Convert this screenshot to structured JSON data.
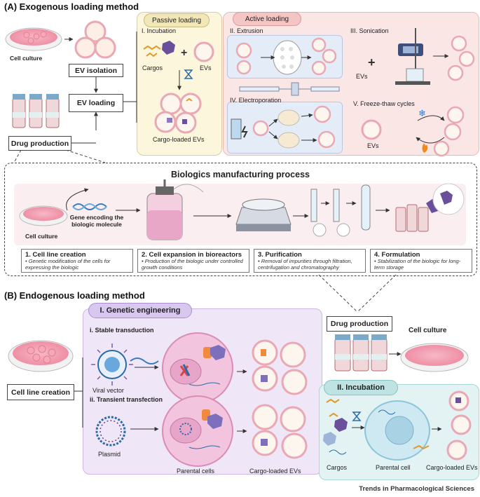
{
  "sectionA": {
    "title": "(A) Exogenous loading method",
    "cell_culture": "Cell culture",
    "ev_isolation": "EV isolation",
    "ev_loading": "EV loading",
    "drug_production": "Drug production",
    "passive": {
      "header": "Passive loading",
      "incubation": "I. Incubation",
      "cargos": "Cargos",
      "evs": "EVs",
      "result": "Cargo-loaded EVs"
    },
    "active": {
      "header": "Active loading",
      "extrusion": "II. Extrusion",
      "sonication": "III. Sonication",
      "sonication_evs": "EVs",
      "electroporation": "IV. Electroporation",
      "freeze_thaw": "V. Freeze-thaw cycles",
      "freeze_evs": "EVs"
    }
  },
  "biologics": {
    "title": "Biologics manufacturing process",
    "cell_culture": "Cell culture",
    "gene": "Gene encoding the biologic molecule",
    "steps": [
      {
        "title": "1. Cell line creation",
        "desc": "• Genetic modification of the cells for expressing the biologic"
      },
      {
        "title": "2. Cell expansion in bioreactors",
        "desc": "• Production of the biologic under controlled growth conditions"
      },
      {
        "title": "3. Purification",
        "desc": "• Removal of impurities through filtration, centrifugation and chromatography"
      },
      {
        "title": "4. Formulation",
        "desc": "• Stabilization of the biologic for long-term storage"
      }
    ]
  },
  "sectionB": {
    "title": "(B) Endogenous loading method",
    "cell_line_creation": "Cell line creation",
    "genetic": {
      "header": "I. Genetic engineering",
      "stable": "i. Stable transduction",
      "viral_vector": "Viral vector",
      "transient": "ii. Transient transfection",
      "plasmid": "Plasmid",
      "parental_cells": "Parental cells",
      "cargo_loaded": "Cargo-loaded EVs"
    },
    "drug_production": "Drug production",
    "cell_culture": "Cell culture",
    "incubation": {
      "header": "II. Incubation",
      "cargos": "Cargos",
      "parental_cell": "Parental cell",
      "cargo_loaded": "Cargo-loaded EVs"
    }
  },
  "footer": "Trends in Pharmacological Sciences",
  "colors": {
    "passive_bg": "#fbf6dc",
    "active_bg": "#fbe6e6",
    "genetic_bg": "#efe6f7",
    "incubation_bg": "#e3f3f3",
    "cell_pink": "#f3c4dd",
    "ev_ring": "#e9a8b4",
    "cargo_purple": "#7b5aa6",
    "cargo_orange": "#e09a2a"
  }
}
